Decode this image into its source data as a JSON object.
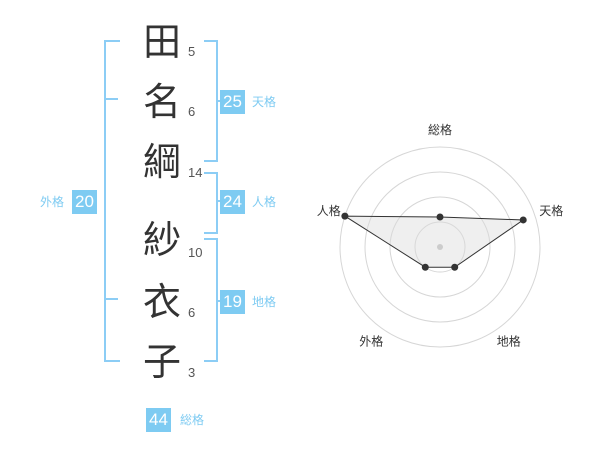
{
  "name_chars": [
    {
      "char": "田",
      "strokes": "5"
    },
    {
      "char": "名",
      "strokes": "6"
    },
    {
      "char": "綱",
      "strokes": "14"
    },
    {
      "char": "紗",
      "strokes": "10"
    },
    {
      "char": "衣",
      "strokes": "6"
    },
    {
      "char": "子",
      "strokes": "3"
    }
  ],
  "kaku": {
    "tenkaku": {
      "value": "25",
      "label": "天格"
    },
    "jinkaku": {
      "value": "24",
      "label": "人格"
    },
    "chikaku": {
      "value": "19",
      "label": "地格"
    },
    "gaikaku": {
      "value": "20",
      "label": "外格"
    },
    "soukaku": {
      "value": "44",
      "label": "総格"
    }
  },
  "colors": {
    "accent": "#7ecbf2",
    "bracket": "#8ccdf5"
  },
  "chart_data": {
    "type": "radar",
    "axes": [
      "総格",
      "天格",
      "地格",
      "外格",
      "人格"
    ],
    "max": 4,
    "rings": 4,
    "values": [
      1.2,
      3.5,
      1.0,
      1.0,
      4.0
    ]
  }
}
